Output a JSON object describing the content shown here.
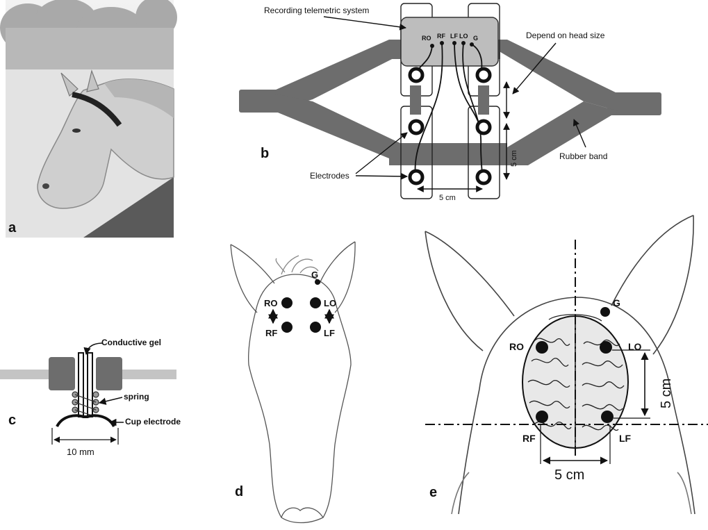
{
  "panels": {
    "a": "a",
    "b": "b",
    "c": "c",
    "d": "d",
    "e": "e"
  },
  "panel_b": {
    "recording_label": "Recording telemetric system",
    "depend_label": "Depend on head size",
    "rubber_label": "Rubber band",
    "electrodes_label": "Electrodes",
    "dim_vertical": "5 cm",
    "dim_horizontal": "5 cm",
    "channels": [
      "RO",
      "RF",
      "LF",
      "LO",
      "G"
    ]
  },
  "panel_c": {
    "gel_label": "Conductive gel",
    "spring_label": "spring",
    "cup_label": "Cup electrode",
    "dim_label": "10 mm"
  },
  "panel_d": {
    "G": "G",
    "RO": "RO",
    "LO": "LO",
    "RF": "RF",
    "LF": "LF"
  },
  "panel_e": {
    "G": "G",
    "RO": "RO",
    "LO": "LO",
    "RF": "RF",
    "LF": "LF",
    "dim_vertical": "5 cm",
    "dim_horizontal": "5 cm"
  },
  "colors": {
    "band": "#6d6d6d",
    "device": "#bdbdbd",
    "photo_bg": "#d9d9d9"
  }
}
